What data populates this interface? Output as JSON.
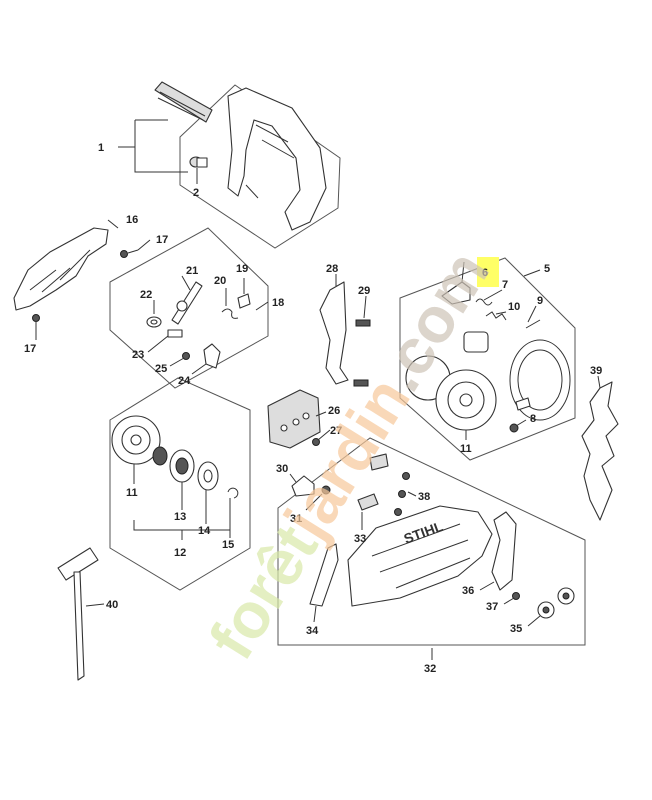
{
  "labels": {
    "l1": "1",
    "l2": "2",
    "l16": "16",
    "l17a": "17",
    "l17b": "17",
    "l21": "21",
    "l19": "19",
    "l20": "20",
    "l22": "22",
    "l18": "18",
    "l23": "23",
    "l25": "25",
    "l24": "24",
    "l28": "28",
    "l29": "29",
    "l6": "6",
    "l7": "7",
    "l5": "5",
    "l10": "10",
    "l9": "9",
    "l8": "8",
    "l11b": "11",
    "l26": "26",
    "l27": "27",
    "l30": "30",
    "l31": "31",
    "l11a": "11",
    "l13": "13",
    "l14": "14",
    "l15": "15",
    "l12": "12",
    "l39": "39",
    "l38": "38",
    "l33": "33",
    "l36": "36",
    "l37": "37",
    "l35": "35",
    "l34": "34",
    "l32": "32",
    "l40": "40"
  },
  "highlight": {
    "label": "6",
    "color": "#ffff66"
  },
  "brand": {
    "cover_text": "STIHL"
  },
  "watermark": {
    "text_a": "forêt",
    "text_b": "jardin",
    "text_c": ".com",
    "color_a": "#d8e8a8",
    "color_b": "#f6c89a",
    "color_c": "#cdc3b6"
  }
}
